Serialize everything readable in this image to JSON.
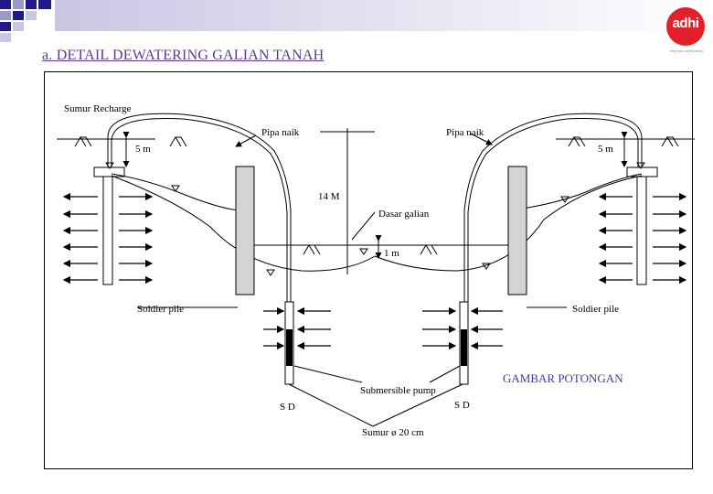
{
  "slide": {
    "title": "a. DETAIL DEWATERING GALIAN TANAH"
  },
  "logo": {
    "text": "adhi",
    "tagline": "beyond construction",
    "color": "#e3202a"
  },
  "diagram": {
    "labels": {
      "sumur_recharge": "Sumur Recharge",
      "pipa_naik_left": "Pipa naik",
      "pipa_naik_right": "Pipa naik",
      "five_m_left": "5 m",
      "five_m_right": "5 m",
      "depth_14m": "14 M",
      "dasar_galian": "Dasar galian",
      "one_m": "1 m",
      "soldier_pile_left": "Soldier pile",
      "soldier_pile_right": "Soldier pile",
      "gambar_potongan": "GAMBAR POTONGAN",
      "submersible_pump": "Submersible pump",
      "sd_left": "S D",
      "sd_right": "S D",
      "sumur_dia": "Sumur ø 20 cm"
    },
    "colors": {
      "line": "#000000",
      "pile_fill": "#d4d4d4",
      "title_purple": "#5b3a8c",
      "caption_purple": "#4a3aa0"
    }
  }
}
